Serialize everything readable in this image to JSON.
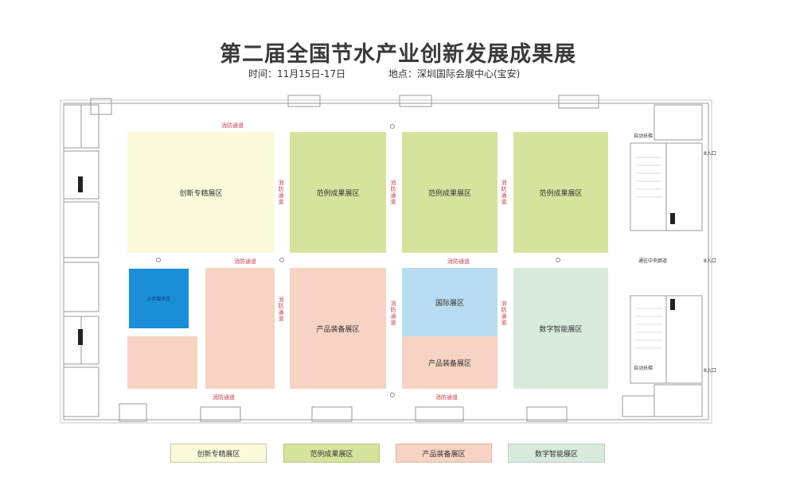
{
  "header": {
    "title": "第二届全国节水产业创新发展成果展",
    "time": "时间：11月15日-17日",
    "venue": "地点：深圳国际会展中心(宝安)"
  },
  "zones": {
    "innovation": "创新专精展区",
    "case_1": "范例成果展区",
    "case_2": "范例成果展区",
    "case_3": "范例成果展区",
    "small_blue": "公共服务区",
    "product_main": "产品装备展区",
    "international": "国际展区",
    "product_lower": "产品装备展区",
    "digital": "数字智能展区"
  },
  "lanes": {
    "top": "消防通道",
    "mid_left": "消防通道",
    "mid_right": "消防通道",
    "bottom_left": "消防通道",
    "bottom_right": "消防通道",
    "v1_top": "消防通道",
    "v2_top": "消防通道",
    "v3_top": "消防通道",
    "v1_bottom": "消防通道",
    "v2_bottom": "消防通道",
    "v3_bottom": "消防通道"
  },
  "side_labels": {
    "entrance_top": "8入口",
    "entrance_mid": "8入口",
    "entrance_bottom": "8入口",
    "central_corridor": "通往中央廊道",
    "escalator_top": "自动扶梯",
    "escalator_bottom": "自动扶梯"
  },
  "legend": [
    {
      "label": "创新专精展区",
      "color": "#fbfbdc"
    },
    {
      "label": "范例成果展区",
      "color": "#d6e39c"
    },
    {
      "label": "产品装备展区",
      "color": "#f6d3c3"
    },
    {
      "label": "数字智能展区",
      "color": "#d7eadc"
    }
  ]
}
